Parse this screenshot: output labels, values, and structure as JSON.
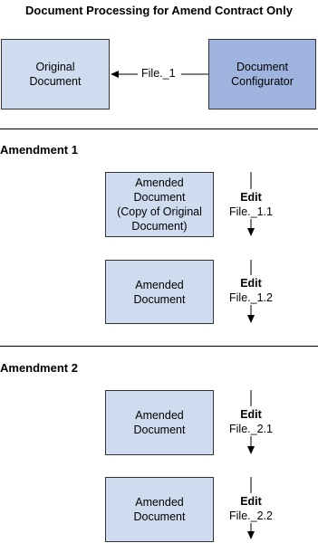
{
  "title": "Document Processing for Amend Contract Only",
  "top": {
    "original": [
      "Original",
      "Document"
    ],
    "configurator": [
      "Document",
      "Configurator"
    ],
    "arrow_label": "File._1"
  },
  "sections": [
    {
      "heading": "Amendment 1",
      "items": [
        {
          "box": [
            "Amended",
            "Document",
            "(Copy of Original",
            "Document)"
          ],
          "edit": "Edit",
          "file": "File._1.1"
        },
        {
          "box": [
            "Amended",
            "Document"
          ],
          "edit": "Edit",
          "file": "File._1.2"
        }
      ]
    },
    {
      "heading": "Amendment 2",
      "items": [
        {
          "box": [
            "Amended",
            "Document"
          ],
          "edit": "Edit",
          "file": "File._2.1"
        },
        {
          "box": [
            "Amended",
            "Document"
          ],
          "edit": "Edit",
          "file": "File._2.2"
        }
      ]
    }
  ],
  "colors": {
    "box_light": "#cfdcef",
    "box_dark": "#9eb4de",
    "line": "#000000"
  }
}
